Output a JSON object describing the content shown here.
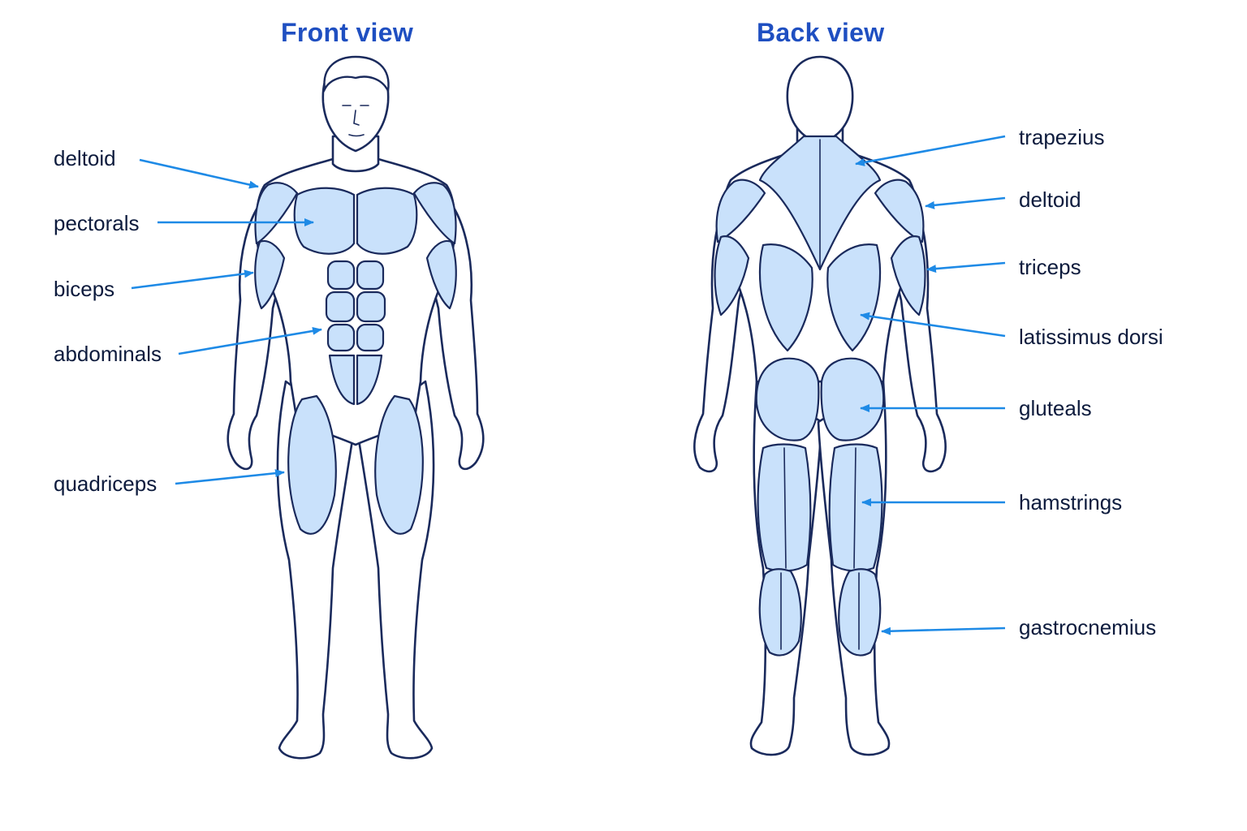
{
  "titles": {
    "front": "Front view",
    "back": "Back view"
  },
  "front_labels": {
    "deltoid": "deltoid",
    "pectorals": "pectorals",
    "biceps": "biceps",
    "abdominals": "abdominals",
    "quadriceps": "quadriceps"
  },
  "back_labels": {
    "trapezius": "trapezius",
    "deltoid": "deltoid",
    "triceps": "triceps",
    "latissimus": "latissimus dorsi",
    "gluteals": "gluteals",
    "hamstrings": "hamstrings",
    "gastrocnemius": "gastrocnemius"
  },
  "colors": {
    "title": "#1f4fc1",
    "arrow": "#1e8ae6",
    "muscle_fill": "#c9e1fb",
    "outline": "#1a2a5c",
    "label": "#0d1b3d"
  }
}
